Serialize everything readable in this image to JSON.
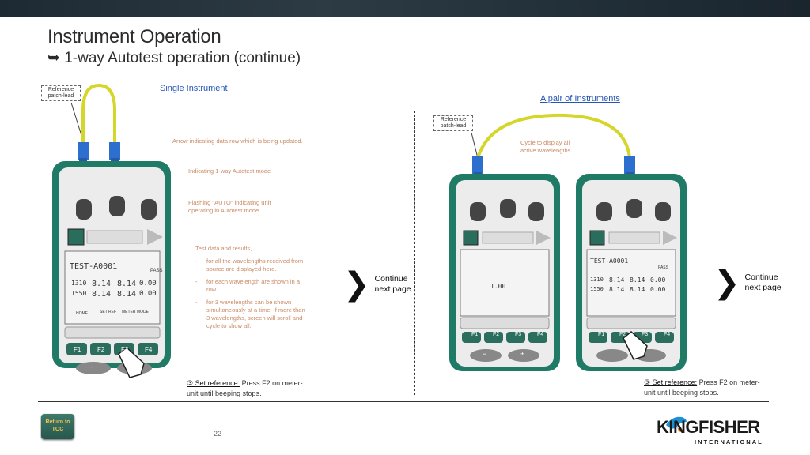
{
  "header": {
    "title": "Instrument Operation",
    "subtitle": "➥ 1-way Autotest operation (continue)"
  },
  "left": {
    "ref_callout": "Reference patch-lead",
    "link": "Single Instrument",
    "annotations": {
      "arrow": "Arrow indicating data row which is being updated.",
      "mode": "Indicating 1-way Autotest mode",
      "auto": "Flashing \"AUTO\" indicating unit operating in Autotest mode",
      "results_title": "Test data and results,",
      "results_items": [
        "for all the wavelengths received from source are displayed  here.",
        "for each wavelength are shown in a row.",
        "for 3  wavelengths  can be shown simultaneously at a time. If more than 3 wavelengths, screen will scroll and cycle to show all."
      ]
    },
    "continue": "Continue next page",
    "step_title": "③ Set reference:",
    "step_text": "Press F2 on meter-unit until beeping stops."
  },
  "right": {
    "link": "A pair of Instruments",
    "ref_callout": "Reference patch-lead",
    "cycle_note": "Cycle to display all active wavelengths.",
    "continue": "Continue next page",
    "step_title": "③ Set reference:",
    "step_text": "Press F2 on meter-unit until beeping stops."
  },
  "device": {
    "screen_test_id": "TEST-A0001",
    "pass": "PASS",
    "row1_wl": "1310",
    "row2_wl": "1550",
    "row_val": "8.14",
    "row_zero": "0.00",
    "single_val": "1.00",
    "keys": [
      "F1",
      "F2",
      "F3",
      "F4"
    ],
    "soft_keys": [
      "HOME",
      "SET REF",
      "METER MODE"
    ],
    "minus": "−",
    "plus": "+"
  },
  "footer": {
    "toc_label": "Return to TOC",
    "page_number": "22",
    "logo_text": "KINGFISHER",
    "logo_sub": "INTERNATIONAL"
  },
  "colors": {
    "device_green": "#1f7a66",
    "lead_yellow": "#d4d62a",
    "connector_blue": "#2c6fcf",
    "annotation": "#c98a64",
    "link": "#2456b6"
  }
}
